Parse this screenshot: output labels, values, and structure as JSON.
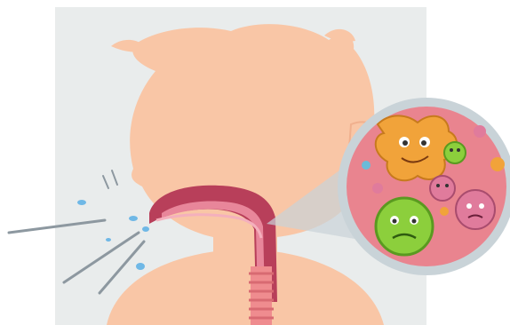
{
  "colors": {
    "background": "#e9ecec",
    "skin": "#f9c6a6",
    "skin_outline": "#f0b08e",
    "throat_dark": "#b83f5a",
    "throat_light": "#e8869a",
    "trachea": "#ef8c8f",
    "magnifier_fill": "#e9848f",
    "magnifier_ring": "#c9d3d8",
    "droplet": "#6fb8e6",
    "spray_line": "#8d98a0",
    "germ_orange": "#f1a33a",
    "germ_green": "#8ccf3c",
    "germ_pink": "#e07b9c",
    "germ_blue": "#6bbbd9"
  },
  "icons": [
    "child-silhouette",
    "throat-cross-section",
    "germs-magnifier",
    "cough-spray"
  ]
}
